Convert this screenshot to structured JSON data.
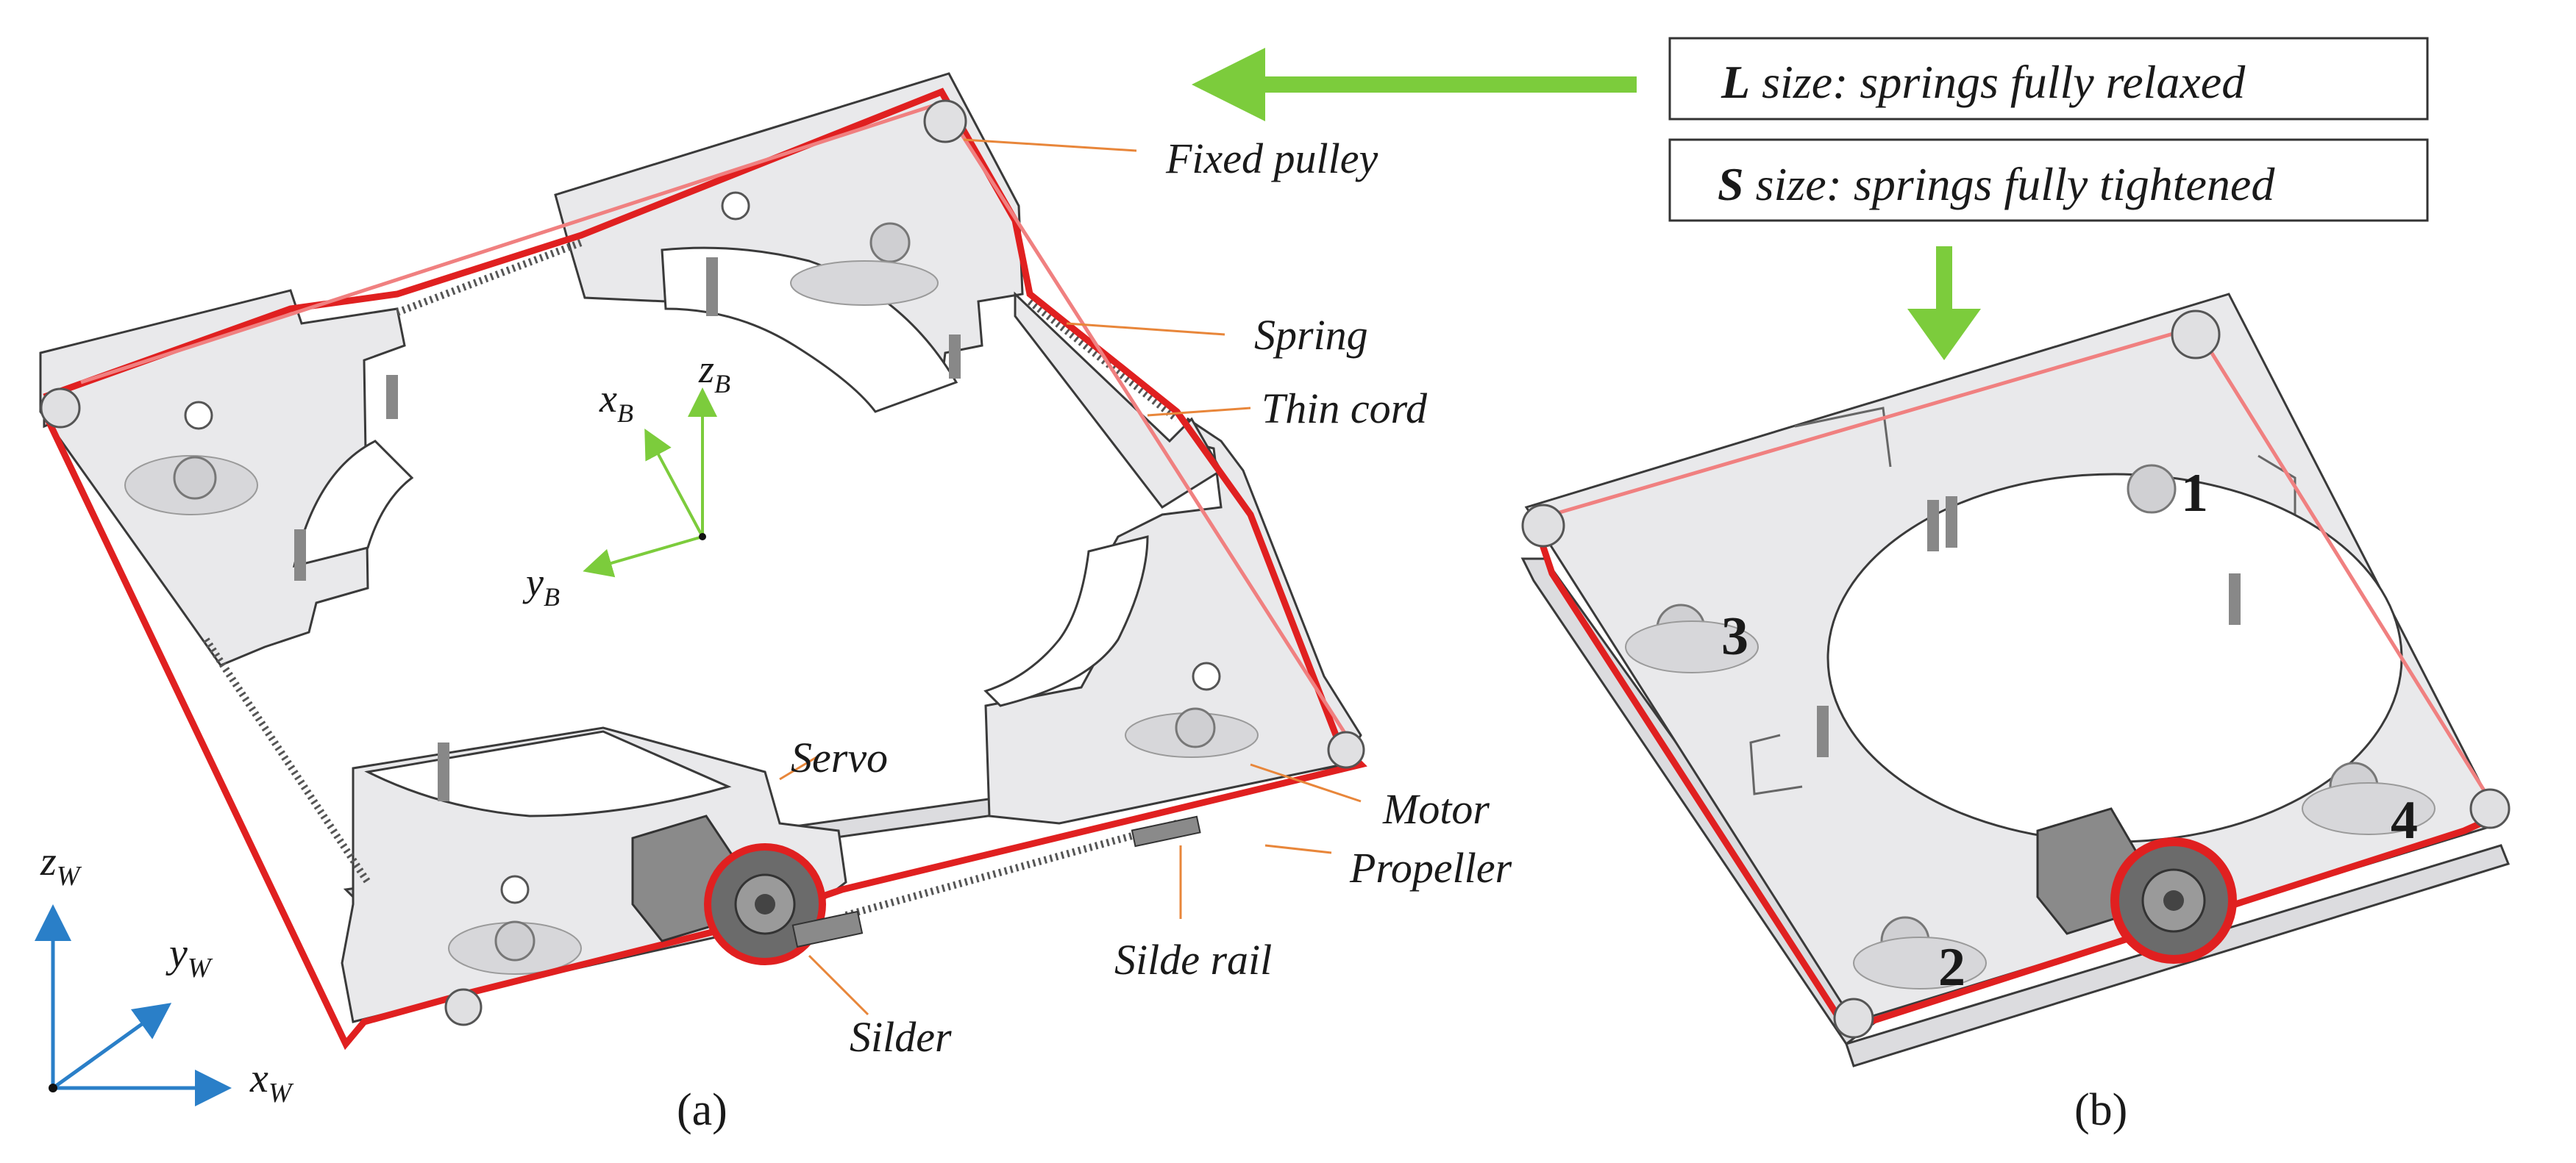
{
  "panel_a": {
    "caption": "(a)",
    "labels": {
      "fixed_pulley": "Fixed pulley",
      "spring": "Spring",
      "thin_cord": "Thin cord",
      "servo": "Servo",
      "motor": "Motor",
      "propeller": "Propeller",
      "slide_rail": "Silde rail",
      "slider": "Silder"
    },
    "body_axes": {
      "x": "x",
      "y": "y",
      "z": "z",
      "sub": "B"
    },
    "world_axes": {
      "x": "x",
      "y": "y",
      "z": "z",
      "sub": "W"
    }
  },
  "panel_b": {
    "caption": "(b)",
    "numbers": [
      "1",
      "2",
      "3",
      "4"
    ]
  },
  "legend": {
    "l_size_letter": "L",
    "l_size_text": " size: springs fully relaxed",
    "s_size_letter": "S",
    "s_size_text": " size: springs fully tightened"
  },
  "colors": {
    "cord": "#e02020",
    "leader": "#e8863a",
    "arrow": "#7ccc3c",
    "world_axis": "#2a7fc8"
  }
}
